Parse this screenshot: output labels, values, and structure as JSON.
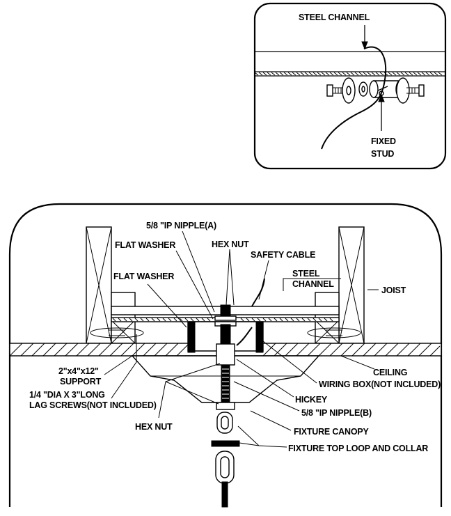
{
  "detail": {
    "steel_channel": "STEEL CHANNEL",
    "fixed": "FIXED",
    "stud": "STUD"
  },
  "labels": {
    "nipple_a": "5/8 \"IP NIPPLE(A)",
    "flat_washer_1": "FLAT WASHER",
    "hex_nut_top": "HEX NUT",
    "safety_cable": "SAFETY CABLE",
    "flat_washer_2": "FLAT WASHER",
    "steel": "STEEL",
    "channel": "CHANNEL",
    "joist": "JOIST",
    "support_1": "2\"x4\"x12\"",
    "support_2": "SUPPORT",
    "ceiling": "CEILING",
    "lag_1": "1/4   \"DIA X 3\"LONG",
    "lag_2": "LAG SCREWS(NOT INCLUDED)",
    "wiring_box": "WIRING BOX(NOT INCLUDED)",
    "hickey": "HICKEY",
    "nipple_b": "5/8 \"IP NIPPLE(B)",
    "hex_nut_bottom": "HEX NUT",
    "fixture_canopy": "FIXTURE CANOPY",
    "top_loop": "FIXTURE TOP LOOP AND COLLAR"
  }
}
